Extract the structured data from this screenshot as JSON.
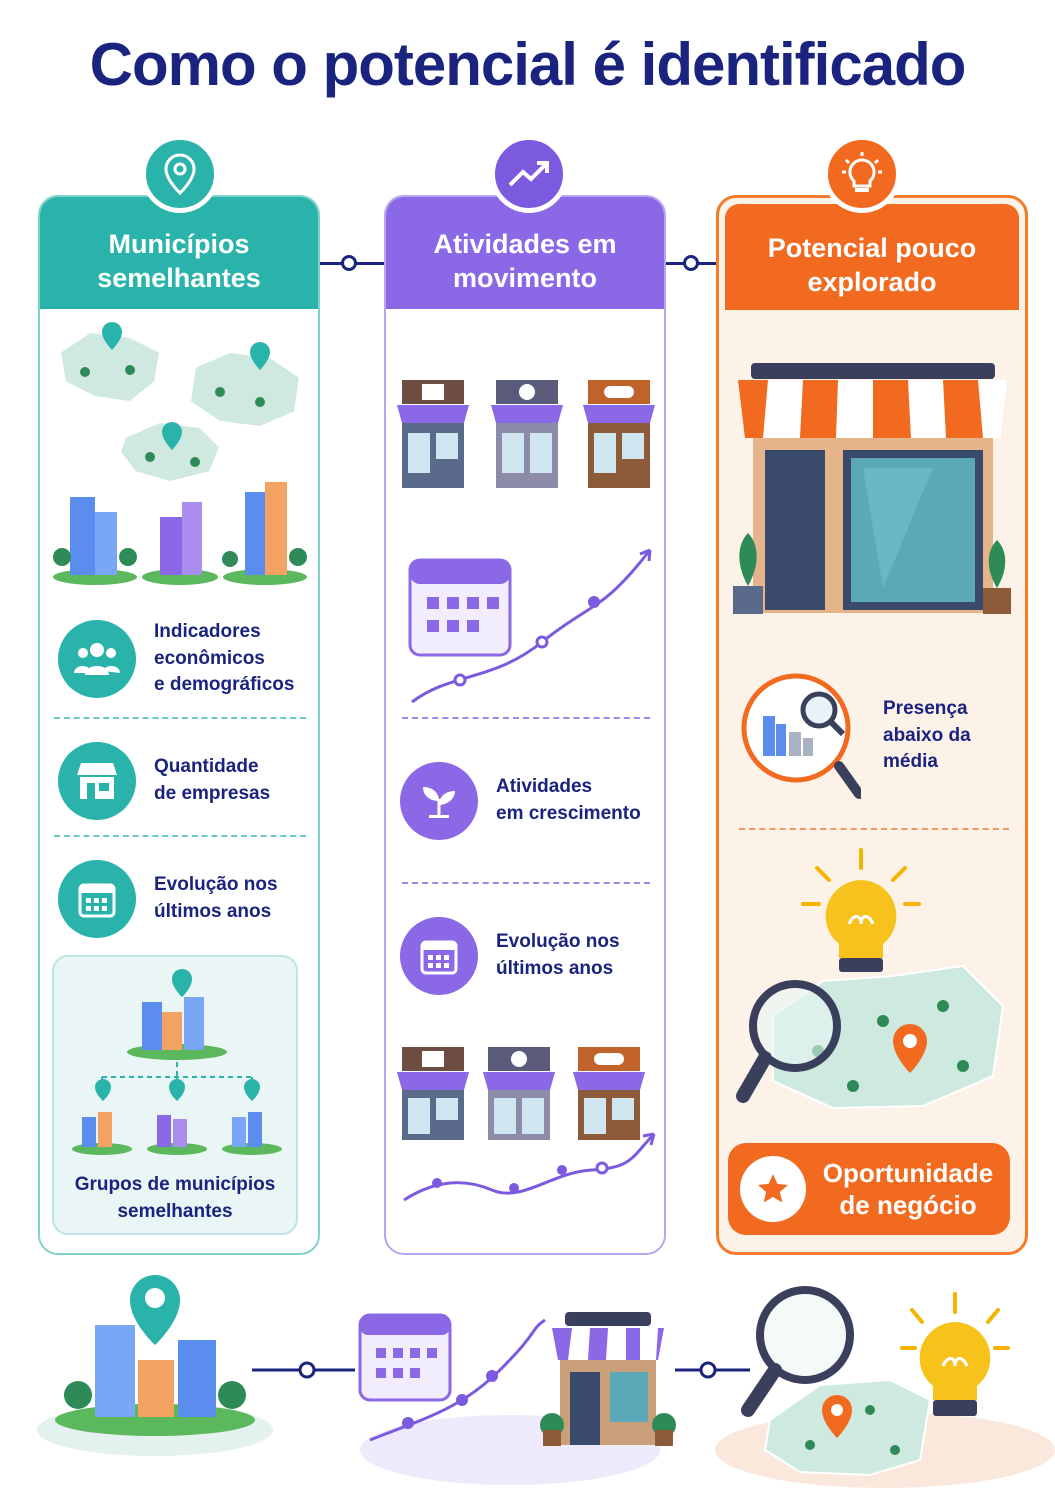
{
  "title": "Como o potencial é identificado",
  "colors": {
    "navy": "#1a237e",
    "teal": "#2ab3aa",
    "purple": "#8a68e6",
    "orange": "#f26a1f"
  },
  "columns": [
    {
      "header_line1": "Municípios",
      "header_line2": "semelhantes",
      "badge_icon": "location-pin-icon",
      "features": [
        {
          "icon": "people-icon",
          "line1": "Indicadores",
          "line2": "econômicos",
          "line3": "e demográficos"
        },
        {
          "icon": "storefront-icon",
          "line1": "Quantidade",
          "line2": "de empresas"
        },
        {
          "icon": "calendar-icon",
          "line1": "Evolução nos",
          "line2": "últimos anos"
        }
      ],
      "group_line1": "Grupos de municípios",
      "group_line2": "semelhantes"
    },
    {
      "header_line1": "Atividades em",
      "header_line2": "movimento",
      "badge_icon": "trend-up-icon",
      "features": [
        {
          "icon": "sprout-icon",
          "line1": "Atividades",
          "line2": "em crescimento"
        },
        {
          "icon": "calendar-icon",
          "line1": "Evolução nos",
          "line2": "últimos anos"
        }
      ]
    },
    {
      "header_line1": "Potencial pouco",
      "header_line2": "explorado",
      "badge_icon": "lightbulb-icon",
      "features": [
        {
          "icon": "magnifier-icon",
          "line1": "Presença",
          "line2": "abaixo da",
          "line3": "média"
        }
      ],
      "opportunity_line1": "Oportunidade",
      "opportunity_line2": "de negócio",
      "opportunity_icon": "star-icon"
    }
  ]
}
